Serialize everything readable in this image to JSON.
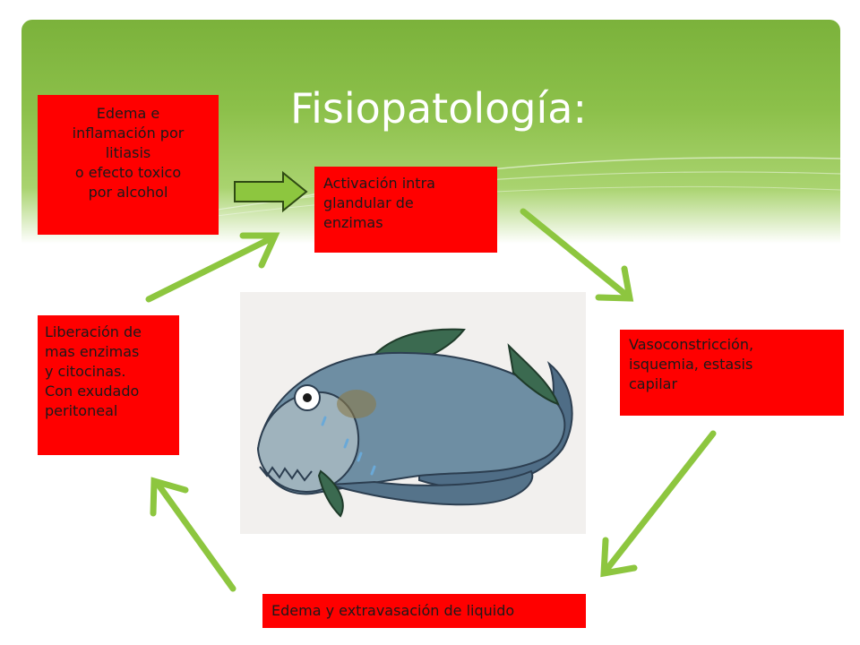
{
  "title": "Fisiopatología:",
  "boxes": {
    "edema": [
      "Edema e",
      "inflamación por",
      "litiasis",
      "o efecto toxico",
      "por alcohol"
    ],
    "activacion": [
      "Activación intra",
      "glandular de",
      "enzimas"
    ],
    "vaso": [
      "Vasoconstricción,",
      "isquemia, estasis",
      "capilar"
    ],
    "liberacion": [
      "Liberación de",
      "mas enzimas",
      "y citocinas.",
      "Con exudado",
      "peritoneal"
    ],
    "extravasacion": "Edema y extravasación de liquido"
  },
  "colors": {
    "header_green": "#7bb23b",
    "box_red": "#ff0000",
    "arrow_green": "#8dc63f",
    "fish_body": "#5f7f95"
  },
  "icons": [
    "right-block-arrow-icon",
    "cycle-arrow-icon",
    "fish-illustration"
  ]
}
